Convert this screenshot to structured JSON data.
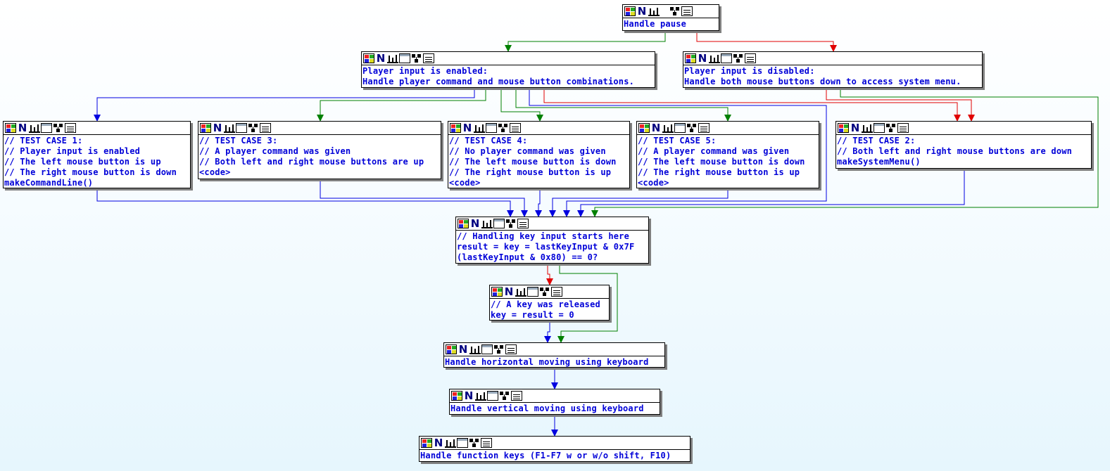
{
  "nodes": {
    "handle_pause": {
      "lines": [
        "Handle pause"
      ]
    },
    "player_input_enabled": {
      "lines": [
        "Player input is enabled:",
        "Handle player command and mouse button combinations."
      ]
    },
    "player_input_disabled": {
      "lines": [
        "Player input is disabled:",
        "Handle both mouse buttons down to access system menu."
      ]
    },
    "test_case_1": {
      "lines": [
        "// TEST CASE 1:",
        "// Player input is enabled",
        "// The left mouse button is up",
        "// The right mouse button is down",
        "makeCommandLine()"
      ]
    },
    "test_case_3": {
      "lines": [
        "// TEST CASE 3:",
        "// A player command was given",
        "// Both left and right mouse buttons are up",
        "<code>"
      ]
    },
    "test_case_4": {
      "lines": [
        "// TEST CASE 4:",
        "// No player command was given",
        "// The left mouse button is down",
        "// The right mouse button is up",
        "<code>"
      ]
    },
    "test_case_5": {
      "lines": [
        "// TEST CASE 5:",
        "// A player command was given",
        "// The left mouse button is down",
        "// The right mouse button is up",
        "<code>"
      ]
    },
    "test_case_2": {
      "lines": [
        "// TEST CASE 2:",
        "// Both left and right mouse buttons are down",
        "makeSystemMenu()"
      ]
    },
    "key_input": {
      "lines": [
        "// Handling key input starts here",
        "result = key = lastKeyInput & 0x7F",
        "(lastKeyInput & 0x80) == 0?"
      ]
    },
    "key_released": {
      "lines": [
        "// A key was released",
        "key = result = 0"
      ]
    },
    "horizontal": {
      "lines": [
        "Handle horizontal moving using keyboard"
      ]
    },
    "vertical": {
      "lines": [
        "Handle vertical moving using keyboard"
      ]
    },
    "function_keys": {
      "lines": [
        "Handle function keys (F1-F7 w or w/o shift, F10)"
      ]
    }
  },
  "header_icons": [
    "color-palette-icon",
    "letter-n-icon",
    "bar-chart-icon",
    "window-icon",
    "tree-icon",
    "document-icon"
  ],
  "edge_colors": {
    "true": "#008000",
    "false": "#e00000",
    "unconditional": "#0000e0"
  }
}
